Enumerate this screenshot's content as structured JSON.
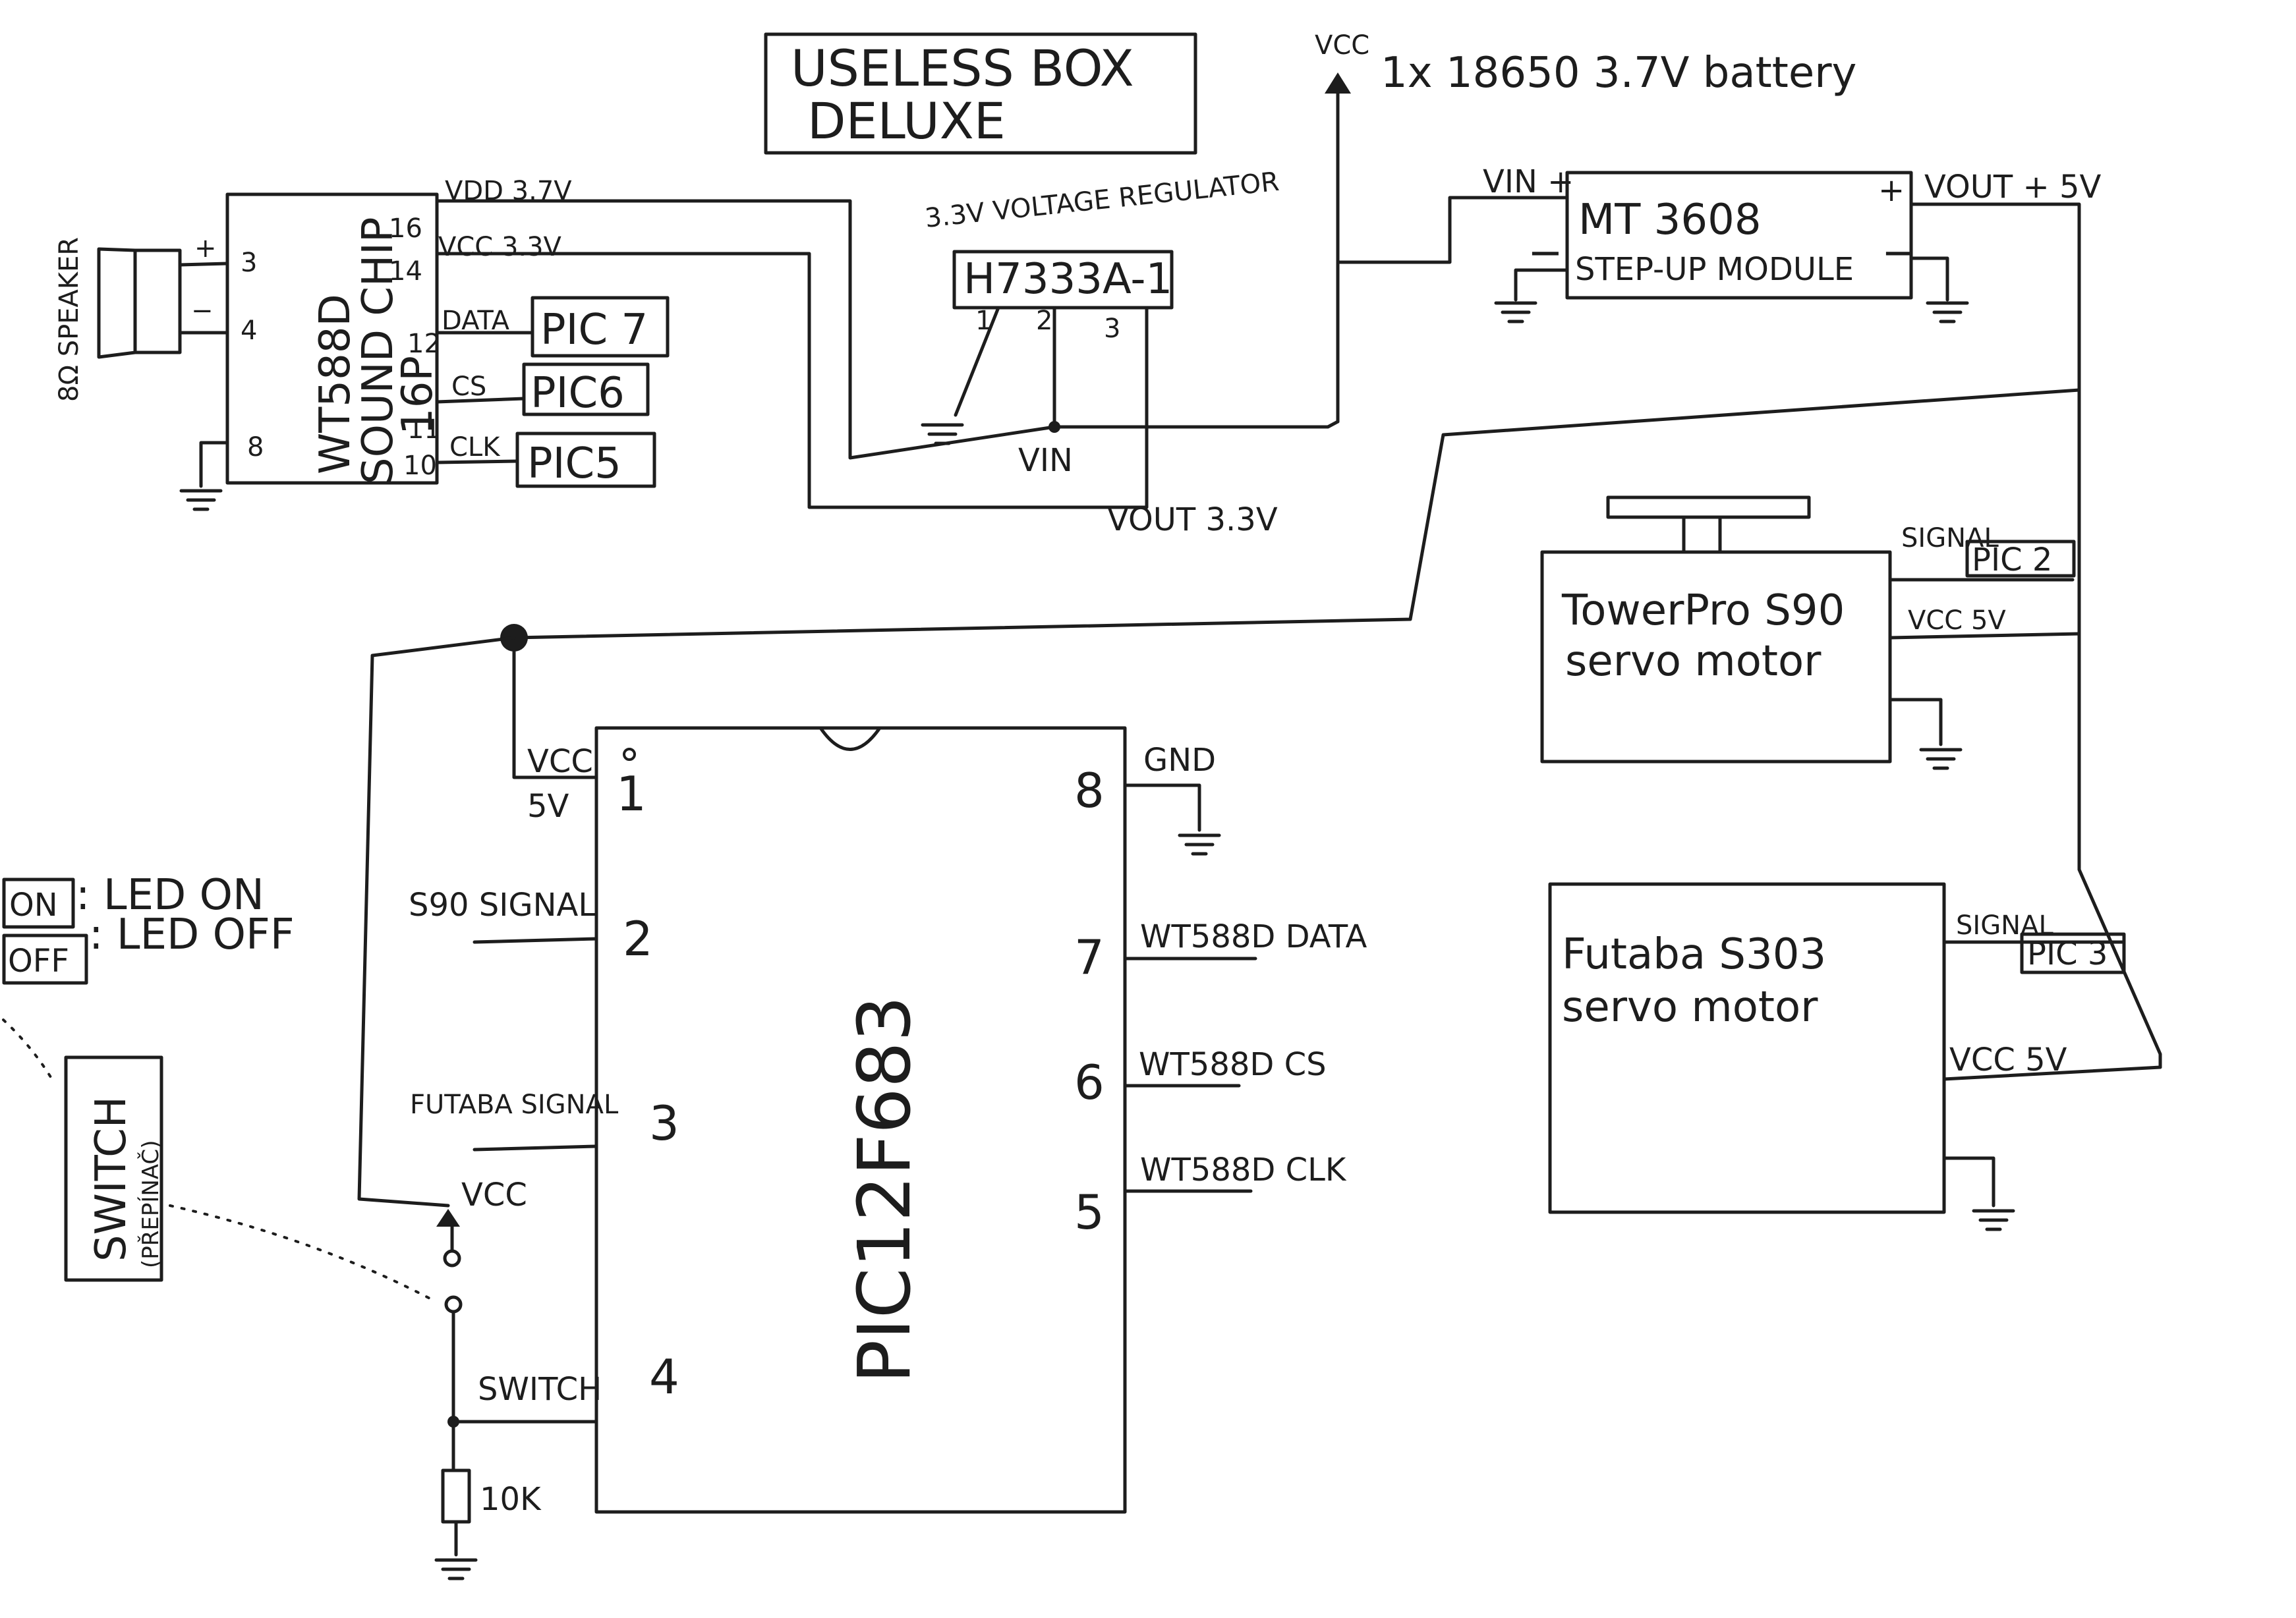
{
  "title": {
    "line1": "USELESS BOX",
    "line2": "DELUXE"
  },
  "battery": {
    "vcc": "VCC",
    "label": "1x 18650 3.7V battery"
  },
  "sound_chip": {
    "name_line1": "WT588D",
    "name_line2": "SOUND CHIP",
    "name_line3": "16P",
    "pin_vdd": "VDD 3.7V",
    "pin_vcc": "VCC 3.3V",
    "pin_data": "DATA",
    "pin_cs": "CS",
    "pin_clk": "CLK",
    "pins": [
      "16",
      "14",
      "12",
      "11",
      "10",
      "3",
      "4",
      "8"
    ],
    "to_pic": [
      "PIC 7",
      "PIC6",
      "PIC5"
    ]
  },
  "speaker": {
    "label": "8Ω SPEAKER",
    "plus": "+",
    "minus": "−"
  },
  "regulator": {
    "caption": "3.3V VOLTAGE REGULATOR",
    "part": "H7333A-1",
    "pins": [
      "1",
      "2",
      "3"
    ],
    "vin": "VIN",
    "vout": "VOUT 3.3V"
  },
  "stepup": {
    "part": "MT 3608",
    "desc": "STEP-UP MODULE",
    "vin": "VIN +",
    "vout": "VOUT + 5V",
    "plus": "+",
    "minus": "−"
  },
  "servo_s90": {
    "name_line1": "TowerPro S90",
    "name_line2": "servo motor",
    "signal": "SIGNAL",
    "pic": "PIC 2",
    "vcc": "VCC 5V"
  },
  "servo_s303": {
    "name_line1": "Futaba S303",
    "name_line2": "servo motor",
    "signal": "SIGNAL",
    "pic": "PIC 3",
    "vcc": "VCC 5V"
  },
  "mcu": {
    "name": "PIC12F683",
    "pin1": "1",
    "pin2": "2",
    "pin3": "3",
    "pin4": "4",
    "pin5": "5",
    "pin6": "6",
    "pin7": "7",
    "pin8": "8",
    "vcc": "VCC",
    "vcc_5v": "5V",
    "gnd": "GND",
    "s90_signal": "S90 SIGNAL",
    "futaba_signal": "FUTABA SIGNAL",
    "switch": "SWITCH",
    "data": "WT588D DATA",
    "cs": "WT588D CS",
    "clk": "WT588D CLK"
  },
  "legend": {
    "on": "ON",
    "on_desc": ": LED ON",
    "off": "OFF",
    "off_desc": ": LED OFF"
  },
  "switch": {
    "label": "SWITCH",
    "sub": "(PŘEPÍNAČ)",
    "vcc": "VCC"
  },
  "resistor": {
    "value": "10K"
  }
}
